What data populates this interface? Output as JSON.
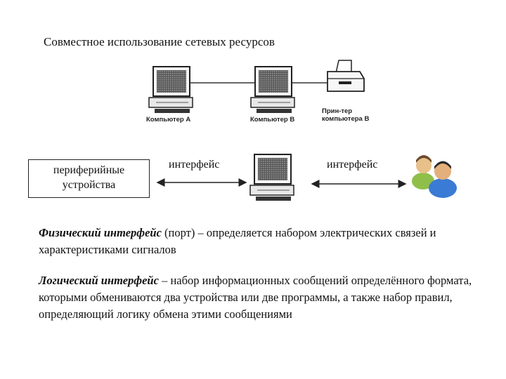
{
  "title": "Совместное использование сетевых ресурсов",
  "network": {
    "computer_a": "Компьютер A",
    "computer_b": "Компьютер B",
    "printer_line1": "Прин-тер",
    "printer_line2": "компьютера B"
  },
  "periphery": {
    "line1": "периферийные",
    "line2": "устройства"
  },
  "interface_left": "интерфейс",
  "interface_right": "интерфейс",
  "physical": {
    "term": "Физический интерфейс",
    "paren": "(порт)",
    "definition": "– определяется набором электрических связей и характеристиками сигналов"
  },
  "logical": {
    "term": "Логический интерфейс",
    "definition": "– набор информационных сообщений определённого формата, которыми обмениваются два устройства или две программы, а также набор правил, определяющий логику обмена этими сообщениями"
  }
}
